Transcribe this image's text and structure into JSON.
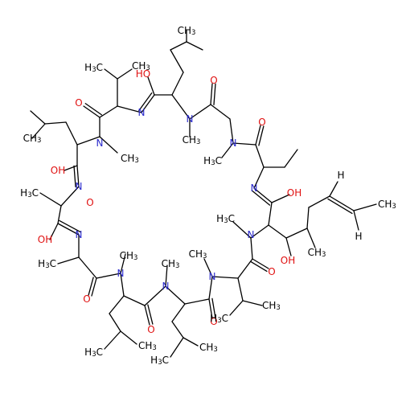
{
  "colors": {
    "bond": "#000000",
    "carbon": "#000000",
    "nitrogen": "#2a2acc",
    "oxygen": "#e01010",
    "hydrogen": "#000000"
  },
  "labels": {
    "n_me_val_top": "N",
    "ch3_n_me_val_top": "CH",
    "ch3_n_me_val_top_sub": "3",
    "n_me_leu_top": "N",
    "ch3_n_me_leu_top": "CH",
    "ch3_n_me_leu_top_sub": "3",
    "n_sar": "N",
    "h3c_n_sar": "H",
    "h3c_n_sar_sub": "3",
    "h3c_n_sar_tail": "C",
    "n_imine_abu": "N",
    "n_me_bmt": "N",
    "h3c_n_bmt": "H",
    "h3c_n_bmt_sub": "3",
    "h3c_n_bmt_tail": "C",
    "n_me_val_bottom": "N",
    "ch3_n_val_bottom": "CH",
    "ch3_n_val_bottom_sub": "3",
    "n_me_leu_b1": "N",
    "ch3_n_leu_b1": "CH",
    "ch3_n_leu_b1_sub": "3",
    "n_me_leu_b2": "N",
    "ch3_n_leu_b2": "CH",
    "ch3_n_leu_b2_sub": "3",
    "n_imine_ala1": "N",
    "n_imine_ala2": "N",
    "n_imine_top": "N",
    "oh_abu": "OH",
    "oh_bmt": "OH",
    "oh_ala1": "OH",
    "oh_ala2": "OH",
    "ho_top": "HO",
    "o_sar": "O",
    "o_abu_co": "O",
    "o_val_b": "O",
    "o_leu_b1": "O",
    "o_leu_b2": "O",
    "o_mea": "O",
    "o_val_top": "O",
    "o_leu_top": "O",
    "h_alkene_1": "H",
    "h_alkene_2": "H",
    "ch3_alkene": "CH",
    "ch3_alkene_sub": "3",
    "ch3_bmt_me": "CH",
    "ch3_bmt_me_sub": "3",
    "ch3_abu": "",
    "h3c_ala1": "H",
    "h3c_ala1_sub": "3",
    "h3c_ala1_tail": "C",
    "h3c_ala2": "H",
    "h3c_ala2_sub": "3",
    "h3c_ala2_tail": "C",
    "h3c_val_top": "H",
    "h3c_val_top_sub": "3",
    "h3c_val_top_tail": "C",
    "ch3_val_top": "CH",
    "ch3_val_top_sub": "3",
    "ch3_leu_top": "CH",
    "ch3_leu_top_sub": "3",
    "ch3_leu_left": "CH",
    "ch3_leu_left_sub": "3",
    "ch3_val_bottom": "CH",
    "ch3_val_bottom_sub": "3",
    "h3c_val_bottom": "H",
    "h3c_val_bottom_sub": "3",
    "h3c_val_bottom_tail": "C",
    "ch3_leu_b1": "CH",
    "ch3_leu_b1_sub": "3",
    "h3c_leu_b1": "H",
    "h3c_leu_b1_sub": "3",
    "h3c_leu_b1_tail": "C",
    "ch3_leu_b2": "CH",
    "ch3_leu_b2_sub": "3",
    "h3c_leu_b2": "H",
    "h3c_leu_b2_sub": "3",
    "h3c_leu_b2_tail": "C"
  }
}
